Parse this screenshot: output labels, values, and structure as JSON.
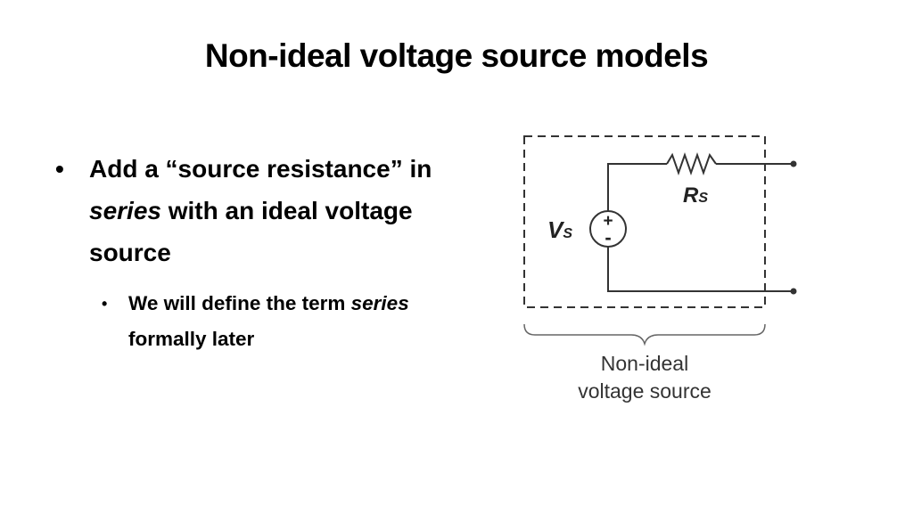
{
  "slide": {
    "title": "Non-ideal voltage source models"
  },
  "bullets": {
    "main": {
      "marker": "•",
      "text_before": "Add a “source resistance” in ",
      "text_emphasis": "series",
      "text_after": " with an ideal voltage source"
    },
    "sub": {
      "marker": "•",
      "text_before": "We will define the term ",
      "text_emphasis": "series",
      "text_after": " formally later"
    }
  },
  "diagram": {
    "source_label": "V",
    "source_label_sub": "S",
    "resistor_label": "R",
    "resistor_label_sub": "S",
    "plus_sign": "+",
    "minus_sign": "-",
    "caption_line1": "Non-ideal",
    "caption_line2": "voltage source"
  },
  "colors": {
    "text": "#000000",
    "circuit": "#333333",
    "background": "#ffffff"
  }
}
